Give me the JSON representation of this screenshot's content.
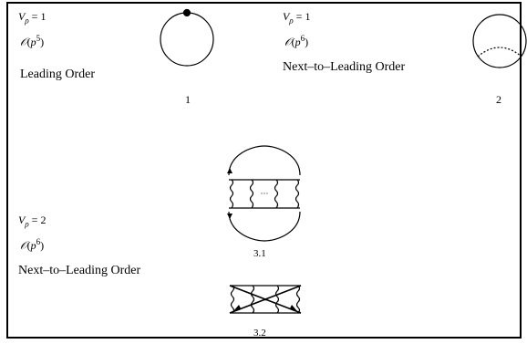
{
  "blocks": {
    "b1": {
      "v_rho": "= 1",
      "order_exp": "5",
      "label": "Leading Order",
      "number": "1"
    },
    "b2": {
      "v_rho": "= 1",
      "order_exp": "6",
      "label": "Next–to–Leading Order",
      "number": "2"
    },
    "b3": {
      "v_rho": "= 2",
      "order_exp": "6",
      "label": "Next–to–Leading Order",
      "caption_a": "3.1",
      "caption_b": "3.2"
    }
  },
  "symbols": {
    "O": "𝒪",
    "p": "p",
    "V": "V",
    "rho": "ρ",
    "ellipsis": "···"
  }
}
